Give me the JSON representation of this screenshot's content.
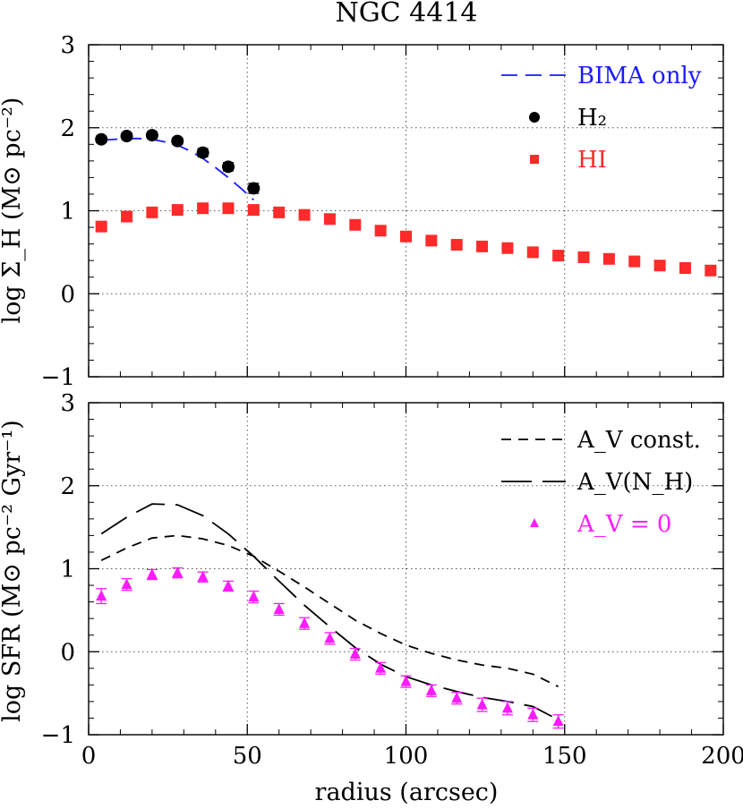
{
  "chart_data": [
    {
      "type": "scatter",
      "title": "NGC 4414",
      "ylabel": "log Σ_H (M⊙ pc⁻²)",
      "ylim": [
        -1,
        3
      ],
      "xlim": [
        0,
        200
      ],
      "xticks": [
        0,
        50,
        100,
        150,
        200
      ],
      "yticks": [
        -1,
        0,
        1,
        2,
        3
      ],
      "grid": true,
      "legend_position": "top-right",
      "legend": [
        "BIMA only",
        "H₂",
        "HI"
      ],
      "series": [
        {
          "name": "BIMA only",
          "style": "dashed-line",
          "color": "#1a1aff",
          "x": [
            4,
            8,
            12,
            16,
            20,
            24,
            28,
            32,
            36,
            40,
            44,
            48,
            52
          ],
          "y": [
            1.85,
            1.86,
            1.87,
            1.87,
            1.86,
            1.83,
            1.79,
            1.72,
            1.63,
            1.52,
            1.4,
            1.27,
            1.13
          ]
        },
        {
          "name": "H₂",
          "style": "circle",
          "color": "#000000",
          "x": [
            4,
            12,
            20,
            28,
            36,
            44,
            52
          ],
          "y": [
            1.86,
            1.9,
            1.91,
            1.84,
            1.7,
            1.53,
            1.27
          ],
          "err": [
            0.04,
            0.04,
            0.04,
            0.04,
            0.05,
            0.05,
            0.06
          ]
        },
        {
          "name": "HI",
          "style": "square",
          "color": "#ff2a2a",
          "x": [
            4,
            12,
            20,
            28,
            36,
            44,
            52,
            60,
            68,
            76,
            84,
            92,
            100,
            108,
            116,
            124,
            132,
            140,
            148,
            156,
            164,
            172,
            180,
            188,
            196
          ],
          "y": [
            0.81,
            0.93,
            0.98,
            1.01,
            1.03,
            1.03,
            1.01,
            0.98,
            0.95,
            0.9,
            0.83,
            0.76,
            0.69,
            0.64,
            0.59,
            0.57,
            0.55,
            0.5,
            0.46,
            0.44,
            0.42,
            0.39,
            0.34,
            0.31,
            0.28
          ],
          "err": [
            0.05,
            0.04,
            0.04,
            0.04,
            0.04,
            0.04,
            0.04,
            0.04,
            0.04,
            0.04,
            0.04,
            0.04,
            0.04,
            0.04,
            0.04,
            0.04,
            0.04,
            0.04,
            0.04,
            0.04,
            0.04,
            0.04,
            0.04,
            0.04,
            0.04
          ]
        }
      ]
    },
    {
      "type": "scatter",
      "xlabel": "radius (arcsec)",
      "ylabel": "log SFR (M⊙ pc⁻² Gyr⁻¹)",
      "ylim": [
        -1,
        3
      ],
      "xlim": [
        0,
        200
      ],
      "xticks": [
        0,
        50,
        100,
        150,
        200
      ],
      "yticks": [
        -1,
        0,
        1,
        2,
        3
      ],
      "grid": true,
      "legend_position": "top-right",
      "legend": [
        "A_V const.",
        "A_V(N_H)",
        "A_V = 0"
      ],
      "series": [
        {
          "name": "A_V const.",
          "style": "short-dashed-line",
          "color": "#000000",
          "x": [
            4,
            12,
            20,
            28,
            36,
            44,
            52,
            60,
            68,
            76,
            84,
            92,
            100,
            108,
            116,
            124,
            132,
            140,
            148
          ],
          "y": [
            1.1,
            1.25,
            1.37,
            1.4,
            1.36,
            1.28,
            1.15,
            0.97,
            0.78,
            0.58,
            0.38,
            0.22,
            0.08,
            -0.02,
            -0.1,
            -0.16,
            -0.2,
            -0.27,
            -0.42
          ]
        },
        {
          "name": "A_V(N_H)",
          "style": "long-dashed-line",
          "color": "#000000",
          "x": [
            4,
            12,
            20,
            28,
            36,
            44,
            52,
            60,
            68,
            76,
            84,
            92,
            100,
            108,
            116,
            124,
            132,
            140,
            148
          ],
          "y": [
            1.42,
            1.62,
            1.78,
            1.77,
            1.64,
            1.42,
            1.15,
            0.85,
            0.56,
            0.3,
            0.05,
            -0.15,
            -0.3,
            -0.4,
            -0.48,
            -0.55,
            -0.6,
            -0.66,
            -0.82
          ]
        },
        {
          "name": "A_V = 0",
          "style": "triangle",
          "color": "#ff1aff",
          "x": [
            4,
            12,
            20,
            28,
            36,
            44,
            52,
            60,
            68,
            76,
            84,
            92,
            100,
            108,
            116,
            124,
            132,
            140,
            148
          ],
          "y": [
            0.67,
            0.81,
            0.93,
            0.95,
            0.9,
            0.79,
            0.66,
            0.51,
            0.34,
            0.16,
            -0.03,
            -0.2,
            -0.36,
            -0.47,
            -0.56,
            -0.64,
            -0.68,
            -0.76,
            -0.84
          ],
          "err": [
            0.09,
            0.07,
            0.06,
            0.06,
            0.06,
            0.06,
            0.07,
            0.07,
            0.07,
            0.07,
            0.07,
            0.07,
            0.07,
            0.07,
            0.07,
            0.08,
            0.08,
            0.08,
            0.08
          ]
        }
      ]
    }
  ]
}
